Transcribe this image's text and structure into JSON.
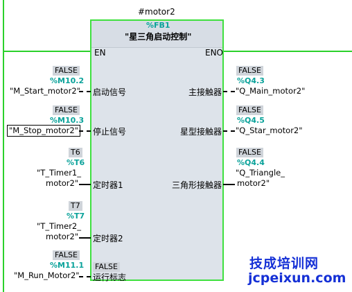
{
  "block": {
    "instance": "#motor2",
    "fb_address": "%FB1",
    "title": "\"星三角启动控制\"",
    "en": "EN",
    "eno": "ENO"
  },
  "inputs": [
    {
      "value": "FALSE",
      "address": "%M10.2",
      "operand": "\"M_Start_motor2\"",
      "pin": "启动信号"
    },
    {
      "value": "FALSE",
      "address": "%M10.3",
      "operand": "\"M_Stop_motor2\"",
      "pin": "停止信号"
    },
    {
      "value": "T6",
      "address": "%T6",
      "operand_lines": [
        "\"T_Timer1_",
        "motor2\""
      ],
      "pin": "定时器1"
    },
    {
      "value": "T7",
      "address": "%T7",
      "operand_lines": [
        "\"T_Timer2_",
        "motor2\""
      ],
      "pin": "定时器2"
    },
    {
      "value": "FALSE",
      "address": "%M11.1",
      "operand": "\"M_Run_Motor2\"",
      "pin": "运行标志",
      "pin_value": "FALSE"
    }
  ],
  "outputs": [
    {
      "value": "FALSE",
      "address": "%Q4.3",
      "operand": "\"Q_Main_motor2\"",
      "pin": "主接触器"
    },
    {
      "value": "FALSE",
      "address": "%Q4.5",
      "operand": "\"Q_Star_motor2\"",
      "pin": "星型接触器"
    },
    {
      "value": "FALSE",
      "address": "%Q4.4",
      "operand_lines": [
        "\"Q_Triangle_",
        "motor2\""
      ],
      "pin": "三角形接触器"
    }
  ],
  "watermark": {
    "line1": "技成培训网",
    "line2": "jcpeixun.com"
  },
  "colors": {
    "wire": "#2bd12b",
    "address": "#0aa29a",
    "block_fill": "#dde3ea",
    "watermark": "#1530d6"
  }
}
